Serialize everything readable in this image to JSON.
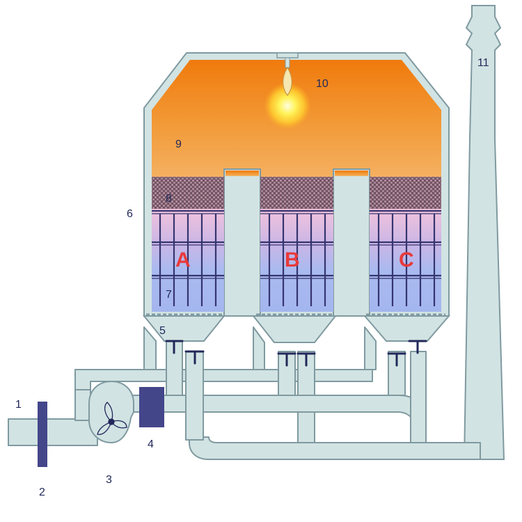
{
  "labels": {
    "n1": "1",
    "n2": "2",
    "n3": "3",
    "n4": "4",
    "n5": "5",
    "n6": "6",
    "n7": "7",
    "n8": "8",
    "n9": "9",
    "n10": "10",
    "n11": "11"
  },
  "beds": {
    "a": "A",
    "b": "B",
    "c": "C"
  },
  "colors": {
    "pipe_fill": "#d2e3e3",
    "pipe_stroke": "#7f9aa0",
    "chamber_top": "#f07d10",
    "chamber_bottom": "#f2a955",
    "bed_pink": "#f0c0dc",
    "bed_blue": "#a6b8f0",
    "grid_line": "#35356f",
    "filter_block": "#44468a",
    "bed_letter": "#e83a3a",
    "label": "#22285a"
  }
}
